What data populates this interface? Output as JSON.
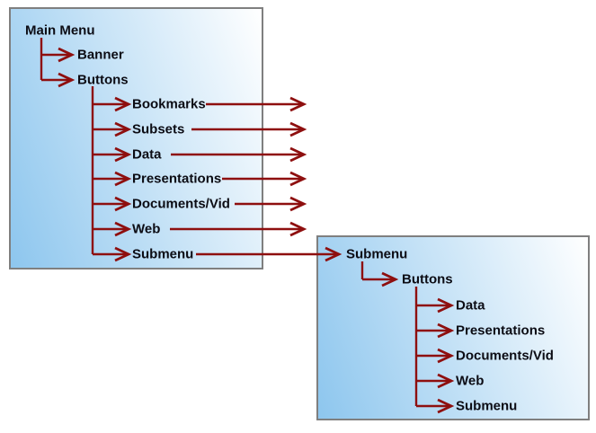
{
  "colors": {
    "panel-gradient-start": "#8dc6ee",
    "panel-gradient-end": "#ffffff",
    "panel-border": "#7f7f7f",
    "connector": "#8e0f0f",
    "text": "#0c0c14"
  },
  "tree1": {
    "items": [
      {
        "label": "Main Menu"
      },
      {
        "label": "Banner"
      },
      {
        "label": "Buttons"
      },
      {
        "label": "Bookmarks"
      },
      {
        "label": "Subsets"
      },
      {
        "label": "Data"
      },
      {
        "label": "Presentations"
      },
      {
        "label": "Documents/Vid"
      },
      {
        "label": "Web"
      },
      {
        "label": "Submenu"
      }
    ]
  },
  "tree2": {
    "items": [
      {
        "label": "Submenu"
      },
      {
        "label": "Buttons"
      },
      {
        "label": "Data"
      },
      {
        "label": "Presentations"
      },
      {
        "label": "Documents/Vid"
      },
      {
        "label": "Web"
      },
      {
        "label": "Submenu"
      }
    ]
  }
}
